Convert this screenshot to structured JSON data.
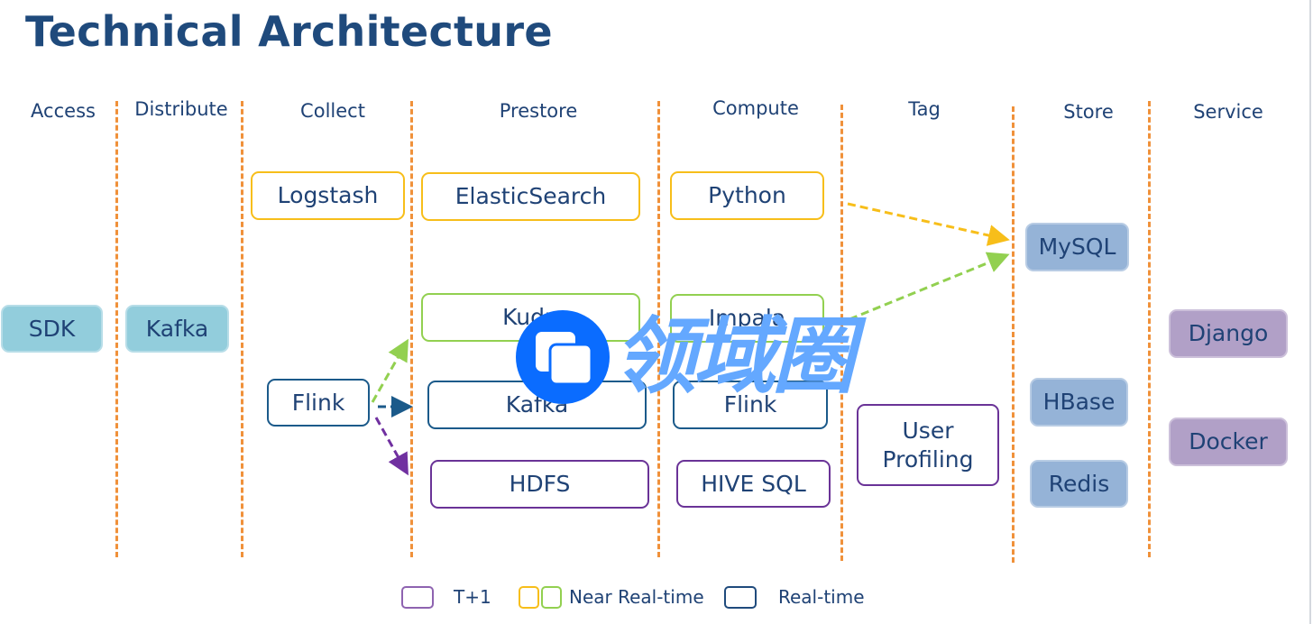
{
  "title": "Technical Architecture",
  "columns": [
    {
      "id": "access",
      "label": "Access"
    },
    {
      "id": "distribute",
      "label": "Distribute"
    },
    {
      "id": "collect",
      "label": "Collect"
    },
    {
      "id": "prestore",
      "label": "Prestore"
    },
    {
      "id": "compute",
      "label": "Compute"
    },
    {
      "id": "tag",
      "label": "Tag"
    },
    {
      "id": "store",
      "label": "Store"
    },
    {
      "id": "service",
      "label": "Service"
    }
  ],
  "nodes": {
    "sdk": {
      "label": "SDK",
      "column": "access",
      "style": "filled-cyan"
    },
    "kafka_distribute": {
      "label": "Kafka",
      "column": "distribute",
      "style": "filled-cyan"
    },
    "logstash": {
      "label": "Logstash",
      "column": "collect",
      "category": "near-real-time"
    },
    "flink_collect": {
      "label": "Flink",
      "column": "collect",
      "category": "real-time"
    },
    "elasticsearch": {
      "label": "ElasticSearch",
      "column": "prestore",
      "category": "near-real-time"
    },
    "kudu": {
      "label": "Kudu",
      "column": "prestore",
      "category": "near-real-time"
    },
    "kafka_prestore": {
      "label": "Kafka",
      "column": "prestore",
      "category": "real-time"
    },
    "hdfs": {
      "label": "HDFS",
      "column": "prestore",
      "category": "t+1"
    },
    "python": {
      "label": "Python",
      "column": "compute",
      "category": "near-real-time"
    },
    "impala": {
      "label": "Impala",
      "column": "compute",
      "category": "near-real-time"
    },
    "flink_compute": {
      "label": "Flink",
      "column": "compute",
      "category": "real-time"
    },
    "hive_sql": {
      "label": "HIVE SQL",
      "column": "compute",
      "category": "t+1"
    },
    "user_profiling_line1": {
      "label": "User"
    },
    "user_profiling_line2": {
      "label": "Profiling"
    },
    "mysql": {
      "label": "MySQL",
      "column": "store",
      "style": "filled-blue"
    },
    "hbase": {
      "label": "HBase",
      "column": "store",
      "style": "filled-blue"
    },
    "redis": {
      "label": "Redis",
      "column": "store",
      "style": "filled-blue"
    },
    "django": {
      "label": "Django",
      "column": "service",
      "style": "filled-lilac"
    },
    "docker": {
      "label": "Docker",
      "column": "service",
      "style": "filled-lilac"
    }
  },
  "edges": [
    {
      "from": "Flink (Collect)",
      "to": "Kudu",
      "color": "#92d050"
    },
    {
      "from": "Flink (Collect)",
      "to": "Kafka (Prestore)",
      "color": "#1b5a8a"
    },
    {
      "from": "Flink (Collect)",
      "to": "HDFS",
      "color": "#7030a0"
    },
    {
      "from": "Python",
      "to": "MySQL",
      "color": "#f7be1a"
    },
    {
      "from": "Impala",
      "to": "MySQL",
      "color": "#92d050"
    }
  ],
  "legend": {
    "t1": "T+1",
    "near_real_time": "Near Real-time",
    "real_time": "Real-time"
  },
  "colors": {
    "title": "#1f4a7c",
    "text": "#1f4275",
    "divider": "#f0913a",
    "near_real_time_yellow": "#f7be1a",
    "near_real_time_green": "#92d050",
    "real_time": "#1b5a8a",
    "t1": "#6a3397",
    "access_fill": "#92cddc",
    "store_fill": "#95b3d7",
    "service_fill": "#b1a0c7"
  },
  "watermark": {
    "text": "领域圈",
    "color": "#64a8ff",
    "logo_color": "#0a6cff"
  }
}
